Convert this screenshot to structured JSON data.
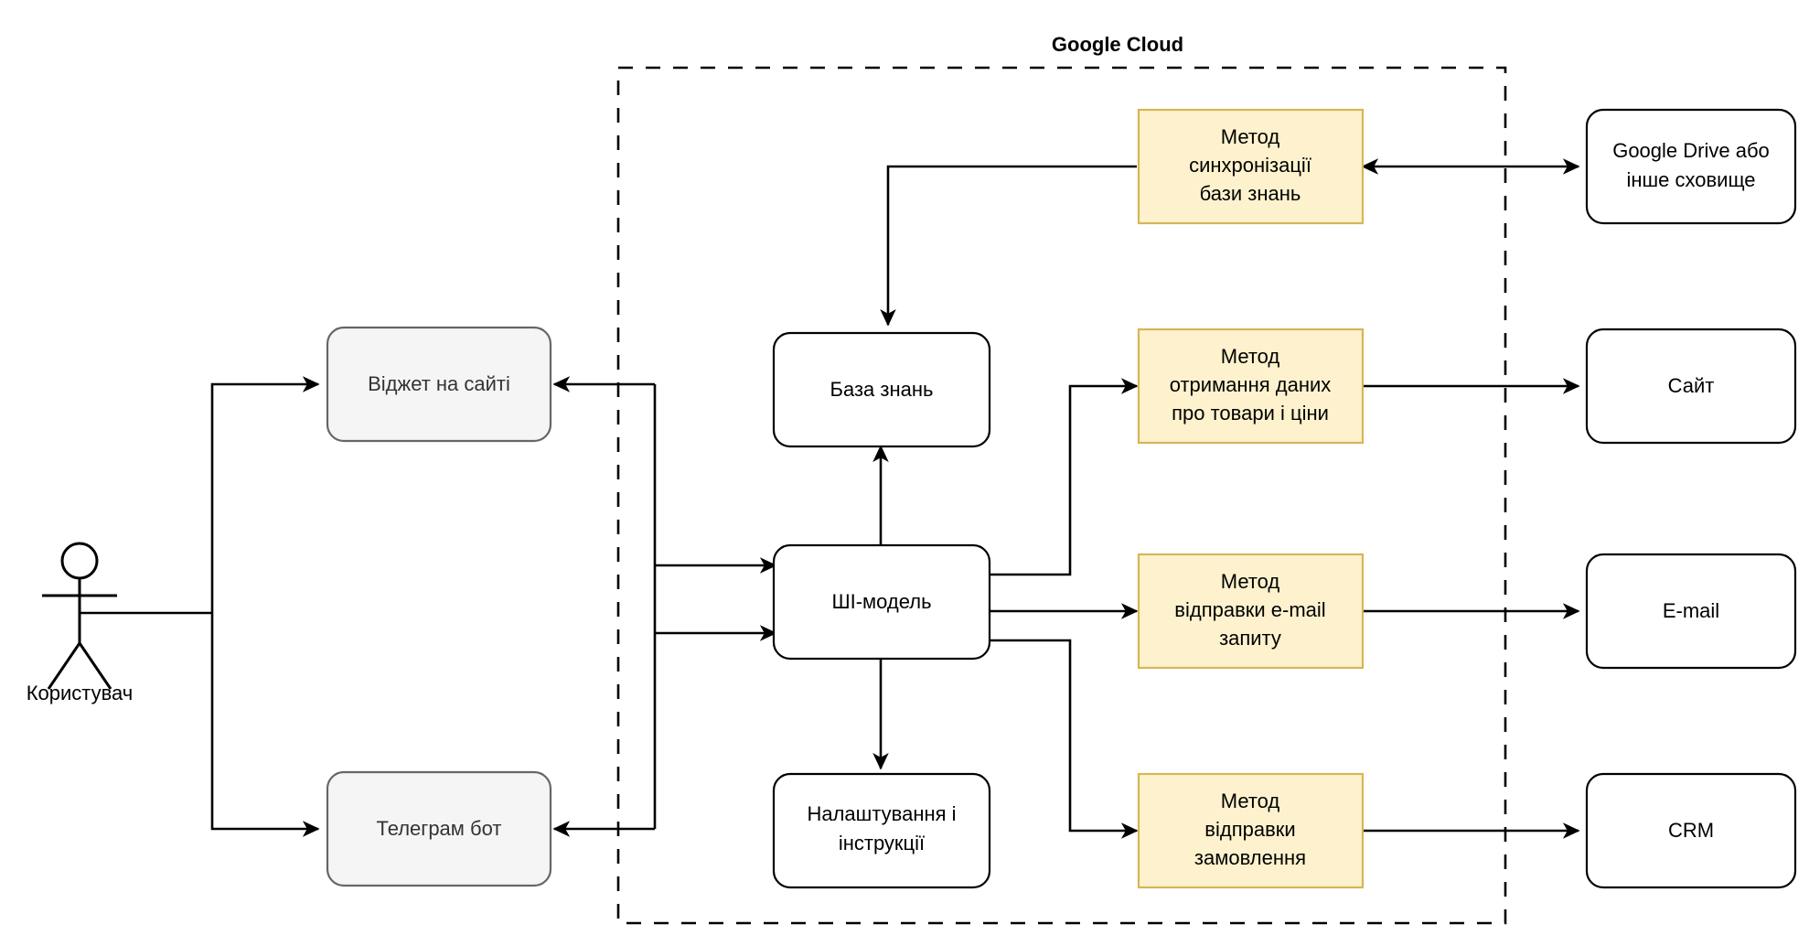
{
  "diagram": {
    "title": "Google Cloud",
    "actor": {
      "label": "Користувач",
      "icon": "stick-figure-actor-icon"
    },
    "channels": [
      {
        "id": "widget",
        "label": "Віджет на сайті",
        "style": "gray"
      },
      {
        "id": "telegram",
        "label": "Телеграм бот",
        "style": "gray"
      }
    ],
    "core": [
      {
        "id": "knowledge-base",
        "label": "База знань",
        "style": "plain"
      },
      {
        "id": "ai-model",
        "label": "ШІ-модель",
        "style": "plain"
      },
      {
        "id": "settings",
        "label": "Налаштування і інструкції",
        "line1": "Налаштування і",
        "line2": "інструкції",
        "style": "plain"
      }
    ],
    "methods": [
      {
        "id": "sync-knowledge-base",
        "label": "Метод синхронізації бази знань",
        "line1": "Метод",
        "line2": "синхронізації",
        "line3": "бази знань",
        "style": "yellow"
      },
      {
        "id": "fetch-products-prices",
        "label": "Метод отримання даних про товари і ціни",
        "line1": "Метод",
        "line2": "отримання даних",
        "line3": "про товари і ціни",
        "style": "yellow"
      },
      {
        "id": "send-email-request",
        "label": "Метод відправки e-mail запиту",
        "line1": "Метод",
        "line2": "відправки e-mail",
        "line3": "запиту",
        "style": "yellow"
      },
      {
        "id": "send-order",
        "label": "Метод відправки замовлення",
        "line1": "Метод",
        "line2": "відправки",
        "line3": "замовлення",
        "style": "yellow"
      }
    ],
    "externals": [
      {
        "id": "google-drive",
        "label": "Google Drive або інше сховище",
        "line1": "Google Drive або",
        "line2": "інше сховище",
        "style": "plain"
      },
      {
        "id": "site",
        "label": "Сайт",
        "line1": "Сайт",
        "line2": "",
        "style": "plain"
      },
      {
        "id": "email",
        "label": "E-mail",
        "line1": "E-mail",
        "line2": "",
        "style": "plain"
      },
      {
        "id": "crm",
        "label": "CRM",
        "line1": "CRM",
        "line2": "",
        "style": "plain"
      }
    ],
    "colors": {
      "yellow_fill": "#fdf2cd",
      "yellow_stroke": "#d6b656",
      "gray_fill": "#f5f5f5",
      "gray_stroke": "#666666",
      "line": "#000000",
      "background": "#ffffff"
    },
    "edges": [
      {
        "from": "actor",
        "to": "widget",
        "direction": "forward"
      },
      {
        "from": "actor",
        "to": "telegram",
        "direction": "forward"
      },
      {
        "from": "ai-model",
        "to": "widget",
        "direction": "forward"
      },
      {
        "from": "ai-model",
        "to": "telegram",
        "direction": "forward"
      },
      {
        "from": "widget",
        "to": "ai-model",
        "direction": "forward"
      },
      {
        "from": "telegram",
        "to": "ai-model",
        "direction": "forward"
      },
      {
        "from": "ai-model",
        "to": "knowledge-base",
        "direction": "forward"
      },
      {
        "from": "ai-model",
        "to": "settings",
        "direction": "forward"
      },
      {
        "from": "sync-knowledge-base",
        "to": "knowledge-base",
        "direction": "forward"
      },
      {
        "from": "sync-knowledge-base",
        "to": "google-drive",
        "direction": "both"
      },
      {
        "from": "ai-model",
        "to": "fetch-products-prices",
        "direction": "forward"
      },
      {
        "from": "ai-model",
        "to": "send-email-request",
        "direction": "forward"
      },
      {
        "from": "ai-model",
        "to": "send-order",
        "direction": "forward"
      },
      {
        "from": "fetch-products-prices",
        "to": "site",
        "direction": "forward"
      },
      {
        "from": "send-email-request",
        "to": "email",
        "direction": "forward"
      },
      {
        "from": "send-order",
        "to": "crm",
        "direction": "forward"
      }
    ]
  }
}
